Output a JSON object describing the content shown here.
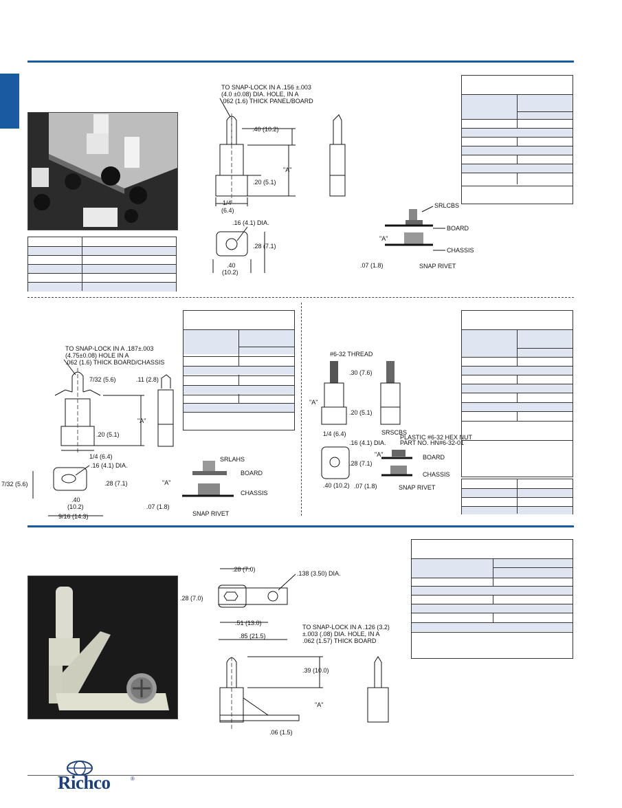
{
  "brand": {
    "name": "Richco",
    "registered": "®",
    "accent": "#1a5aa0",
    "table_fill": "#dfe6f2"
  },
  "section1": {
    "callout_snap": "TO SNAP-LOCK IN A .156 ±.003",
    "callout_snap2": "(4.0 ±0.08) DIA. HOLE, IN A",
    "callout_snap3": ".062 (1.6) THICK PANEL/BOARD",
    "dim_top": ".40 (10.2)",
    "dim_a": "\"A\"",
    "dim_base": ".20 (5.1)",
    "dim_width1": "1/4",
    "dim_width2": "(6.4)",
    "dim_hole": ".16 (4.1) DIA.",
    "dim_foot_h": ".28 (7.1)",
    "dim_foot_w1": ".40",
    "dim_foot_w2": "(10.2)",
    "label_part": "SRLCBS",
    "label_board": "BOARD",
    "label_a": "\"A\"",
    "label_chassis": "CHASSIS",
    "label_thick": ".07 (1.8)",
    "label_rivet": "SNAP RIVET"
  },
  "section2": {
    "callout_snap": "TO SNAP-LOCK IN A .187±.003",
    "callout_snap2": "(4.75±0.08) HOLE IN A",
    "callout_snap3": ".062 (1.6) THICK BOARD/CHASSIS",
    "dim_wing": "7/32 (5.6)",
    "dim_top": ".11 (2.8)",
    "dim_a": "\"A\"",
    "dim_base": ".20 (5.1)",
    "dim_width": "1/4 (6.4)",
    "dim_hole": ".16 (4.1) DIA.",
    "dim_side": "7/32 (5.6)",
    "dim_foot_h": ".28 (7.1)",
    "dim_foot_w1": ".40",
    "dim_foot_w2": "(10.2)",
    "dim_overall": "9/16 (14.3)",
    "label_part": "SRLAHS",
    "label_board": "BOARD",
    "label_a": "\"A\"",
    "label_chassis": "CHASSIS",
    "label_thick": ".07 (1.8)",
    "label_rivet": "SNAP RIVET"
  },
  "section3": {
    "thread": "#6-32 THREAD",
    "dim_top": ".30 (7.6)",
    "dim_a": "\"A\"",
    "dim_base": ".20 (5.1)",
    "dim_width": "1/4 (6.4)",
    "dim_hole": ".16 (4.1) DIA.",
    "dim_foot_h": ".28 (7.1)",
    "dim_foot_w": ".40 (10.2)",
    "label_part": "SRSCBS",
    "label_nut": "PLASTIC #6-32 HEX NUT",
    "label_nut2": "PART NO. HN#6-32-01",
    "label_board": "BOARD",
    "label_a": "\"A\"",
    "label_chassis": "CHASSIS",
    "label_thick": ".07 (1.8)",
    "label_rivet": "SNAP RIVET"
  },
  "section4": {
    "dim_top_w": ".28 (7.0)",
    "dim_hole": ".138 (3.50) DIA.",
    "dim_side": ".28 (7.0)",
    "dim_mid": ".51 (13.0)",
    "dim_overall": ".85 (21.5)",
    "callout_snap": "TO SNAP-LOCK IN A .126 (3.2)",
    "callout_snap2": "±.003 (.08) DIA. HOLE, IN A",
    "callout_snap3": ".062 (1.57) THICK BOARD",
    "dim_height": ".39 (10.0)",
    "dim_a": "\"A\"",
    "dim_thick": ".06 (1.5)"
  }
}
